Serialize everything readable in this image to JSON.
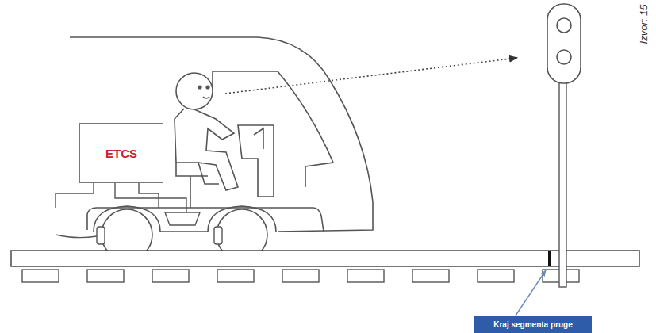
{
  "diagram": {
    "nodes": [
      {
        "text": [
          "ETCS"
        ]
      },
      {
        "text": [
          "Kraj segmenta pruge"
        ]
      }
    ],
    "labels": [
      "Izvor: 15"
    ]
  }
}
